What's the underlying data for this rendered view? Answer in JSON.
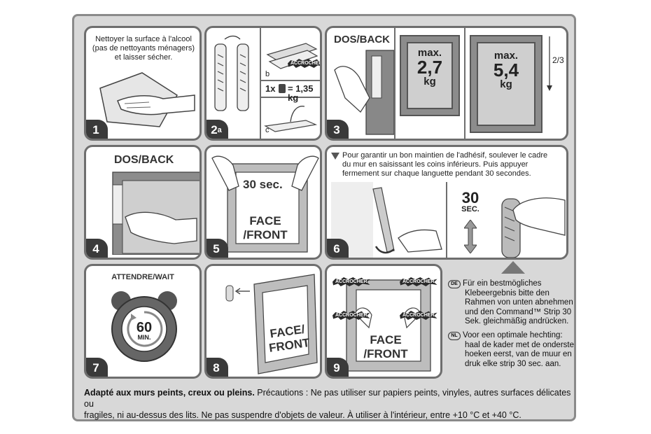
{
  "panels": {
    "p1": {
      "number": "1",
      "text_lines": [
        "Nettoyer la surface à l'alcool",
        "(pas de nettoyants ménagers)",
        "et laisser sécher."
      ]
    },
    "p2": {
      "number": "2",
      "sub": "a",
      "label_b": "b",
      "label_c": "c",
      "tag": "ACCROCHER",
      "ratio_left": "1x",
      "ratio_right": "= 1,35 kg"
    },
    "p3": {
      "number": "3",
      "title": "DOS/BACK",
      "max_label": "max.",
      "weight_small": "2,7",
      "weight_large": "5,4",
      "unit": "kg",
      "fraction": "2/3"
    },
    "p4": {
      "number": "4",
      "title": "DOS/BACK"
    },
    "p5": {
      "number": "5",
      "timer": "30 sec.",
      "face_lines": [
        "FACE",
        "/FRONT"
      ]
    },
    "p6": {
      "number": "6",
      "text_lines": [
        "Pour garantir un bon maintien de l'adhésif, soulever le cadre",
        "du mur en saisissant les coins inférieurs. Puis appuyer",
        "fermement sur chaque languette pendant 30 secondes."
      ],
      "timer_value": "30",
      "timer_unit": "SEC."
    },
    "p7": {
      "number": "7",
      "title": "ATTENDRE/WAIT",
      "clock_value": "60",
      "clock_unit": "MIN."
    },
    "p8": {
      "number": "8",
      "face_lines": [
        "FACE/",
        "FRONT"
      ]
    },
    "p9": {
      "number": "9",
      "tag": "ACCROCHER",
      "face_lines": [
        "FACE",
        "/FRONT"
      ]
    }
  },
  "languages": {
    "de": {
      "code": "DE",
      "lines": [
        "Für ein bestmögliches",
        "Klebeergebnis bitte den",
        "Rahmen von unten abnehmen",
        "und den Command™ Strip 30",
        "Sek. gleichmäßig andrücken."
      ]
    },
    "nl": {
      "code": "NL",
      "lines": [
        "Voor een optimale hechting:",
        "haal de kader met de onderste",
        "hoeken eerst, van de muur en",
        "druk elke strip 30 sec. aan."
      ]
    }
  },
  "footer": {
    "bold": "Adapté aux murs peints, creux ou pleins.",
    "line1_rest": " Précautions : Ne pas utiliser sur papiers peints, vinyles, autres surfaces délicates ou",
    "line2": "fragiles, ni au-dessus des lits. Ne pas suspendre d'objets de valeur. À utiliser à l'intérieur, entre +10 °C et +40 °C."
  },
  "colors": {
    "panel_border": "#6e6e6e",
    "sheet_bg": "#d8d8d8",
    "number_bg": "#3a3a3a",
    "frame": "#8c8c8c"
  }
}
